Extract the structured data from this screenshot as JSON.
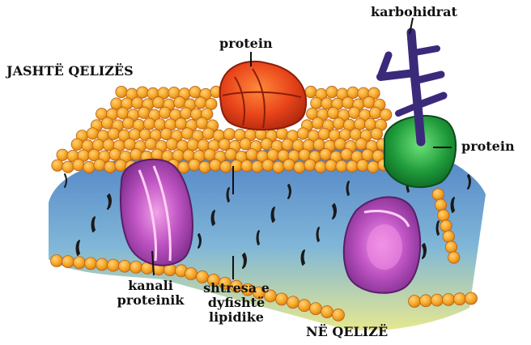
{
  "labels": {
    "outside": "JASHTË QELIZËS",
    "inside": "NË QELIZË",
    "carbohydrate": "karbohidrat",
    "protein_top": "protein",
    "protein_right": "protein",
    "channel_line1": "kanali",
    "channel_line2": "proteinik",
    "bilayer_line1": "shtresa e",
    "bilayer_line2": "dyfishtë",
    "bilayer_line3": "lipidike"
  },
  "colors": {
    "phospholipid_head": "#f5a623",
    "head_shade": "#d9791a",
    "tail_band_blue": "#5f8fd0",
    "tail_band_yellow": "#e8e88a",
    "channel_purple": "#9b3fa8",
    "channel_light": "#e07ad8",
    "protein_red": "#e8441a",
    "protein_green": "#1f9a3a",
    "carbohydrate": "#3b2a7a"
  }
}
